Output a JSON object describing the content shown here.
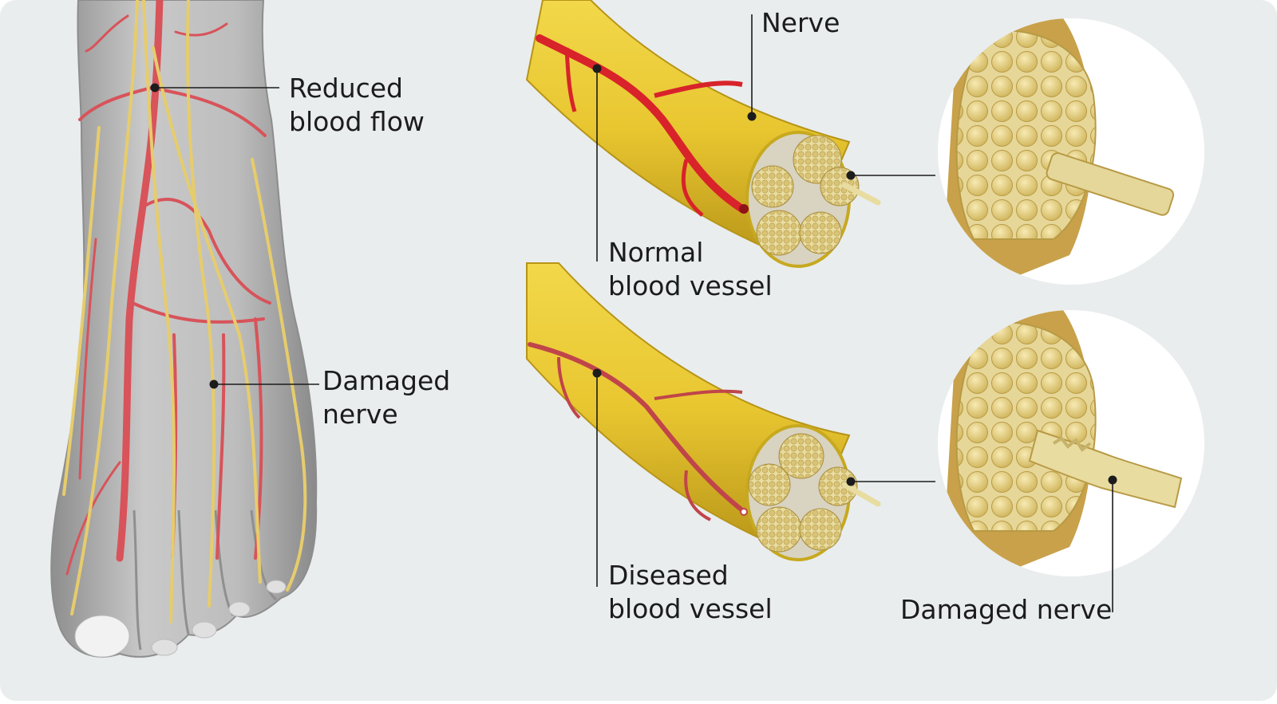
{
  "labels": {
    "reduced_blood_flow": [
      "Reduced",
      "blood flow"
    ],
    "damaged_nerve_foot": [
      "Damaged",
      "nerve"
    ],
    "nerve": "Nerve",
    "normal_blood_vessel": [
      "Normal",
      "blood vessel"
    ],
    "diseased_blood_vessel": [
      "Diseased",
      "blood vessel"
    ],
    "damaged_nerve_detail": "Damaged nerve"
  },
  "colors": {
    "background": "#e9edee",
    "nerve_yellow": "#e8c630",
    "vessel_red": "#d8232a",
    "skin_gray": "#a9a9a9",
    "leader_line": "#1c1c1c"
  }
}
